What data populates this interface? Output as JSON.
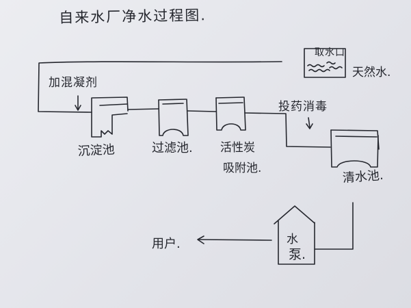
{
  "diagram": {
    "title": "自来水厂净水过程图.",
    "labels": {
      "coagulant": "加混凝剂",
      "sedimentation_tank": "沉淀池",
      "filter_tank": "过滤池.",
      "carbon_tank_line1": "活性炭",
      "carbon_tank_line2": "吸附池.",
      "disinfectant": "投药消毒",
      "intake": "取水口",
      "natural_water": "天然水.",
      "clear_water_tank": "清水池.",
      "pump_line1": "水",
      "pump_line2": "泵.",
      "user": "用户."
    },
    "colors": {
      "ink": "#25272e",
      "paper": "#e6e7ec"
    },
    "icons": [
      "water-wave-icon",
      "down-arrow-icon",
      "left-arrow-icon",
      "pump-house-icon"
    ]
  }
}
